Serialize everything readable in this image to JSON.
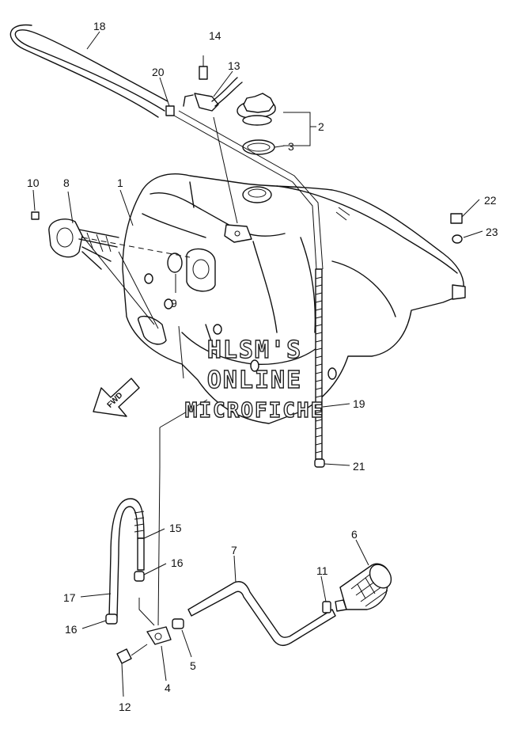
{
  "callouts": [
    "1",
    "2",
    "3",
    "4",
    "5",
    "6",
    "7",
    "8",
    "9",
    "10",
    "11",
    "12",
    "13",
    "14",
    "15",
    "16",
    "16",
    "17",
    "18",
    "19",
    "20",
    "21",
    "22",
    "23"
  ],
  "watermark": {
    "line1": "HLSM'S",
    "line2": "ONLINE",
    "line3": "MICROFICHE"
  },
  "arrow_label": "FWD"
}
